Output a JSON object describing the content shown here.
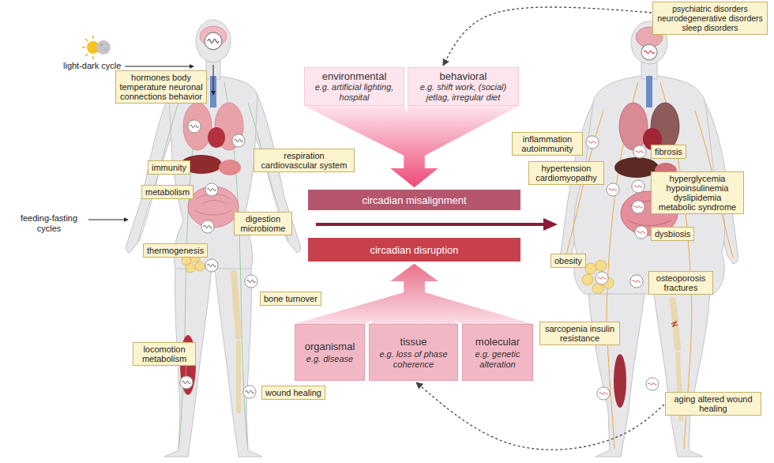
{
  "diagram": {
    "nodes": [
      {
        "text": [
          "hormones body temperature neuronal connections behavior"
        ]
      },
      {
        "text": [
          "respiration cardiovascular system"
        ]
      },
      {
        "text": [
          "immunity"
        ]
      },
      {
        "text": [
          "metabolism"
        ]
      },
      {
        "text": [
          "digestion microbiome"
        ]
      },
      {
        "text": [
          "thermogenesis"
        ]
      },
      {
        "text": [
          "bone turnover"
        ]
      },
      {
        "text": [
          "locomotion metabolism"
        ]
      },
      {
        "text": [
          "wound healing"
        ]
      },
      {
        "text": [
          "environmental",
          "e.g. artificial lighting, hospital"
        ]
      },
      {
        "text": [
          "behavioral",
          "e.g. shift work, (social) jetlag, irregular diet"
        ]
      },
      {
        "text": [
          "circadian misalignment"
        ]
      },
      {
        "text": [
          "circadian disruption"
        ]
      },
      {
        "text": [
          "organismal",
          "e.g. disease"
        ]
      },
      {
        "text": [
          "tissue",
          "e.g. loss of phase coherence"
        ]
      },
      {
        "text": [
          "molecular",
          "e.g. genetic alteration"
        ]
      },
      {
        "text": [
          "psychiatric disorders neurodegenerative disorders sleep disorders"
        ]
      },
      {
        "text": [
          "inflammation autoimmunity"
        ]
      },
      {
        "text": [
          "fibrosis"
        ]
      },
      {
        "text": [
          "hypertension cardiomyopathy"
        ]
      },
      {
        "text": [
          "hyperglycemia hypoinsulinemia dyslipidemia metabolic syndrome"
        ]
      },
      {
        "text": [
          "dysbiosis"
        ]
      },
      {
        "text": [
          "obesity"
        ]
      },
      {
        "text": [
          "osteoporosis fractures"
        ]
      },
      {
        "text": [
          "sarcopenia insulin resistance"
        ]
      },
      {
        "text": [
          "aging altered wound healing"
        ]
      }
    ],
    "edges": [
      {
        "from": 9,
        "to": 11,
        "arrow": "to"
      },
      {
        "from": 10,
        "to": 11,
        "arrow": "to"
      },
      {
        "from": 13,
        "to": 12,
        "arrow": "to"
      },
      {
        "from": 14,
        "to": 12,
        "arrow": "to"
      },
      {
        "from": 15,
        "to": 12,
        "arrow": "to"
      },
      {
        "from": 16,
        "to": 10,
        "arrow": "to"
      },
      {
        "from": 25,
        "to": 14,
        "arrow": "to"
      }
    ],
    "labels": [
      "light-dark cycle",
      "feeding-fasting cycles"
    ]
  }
}
